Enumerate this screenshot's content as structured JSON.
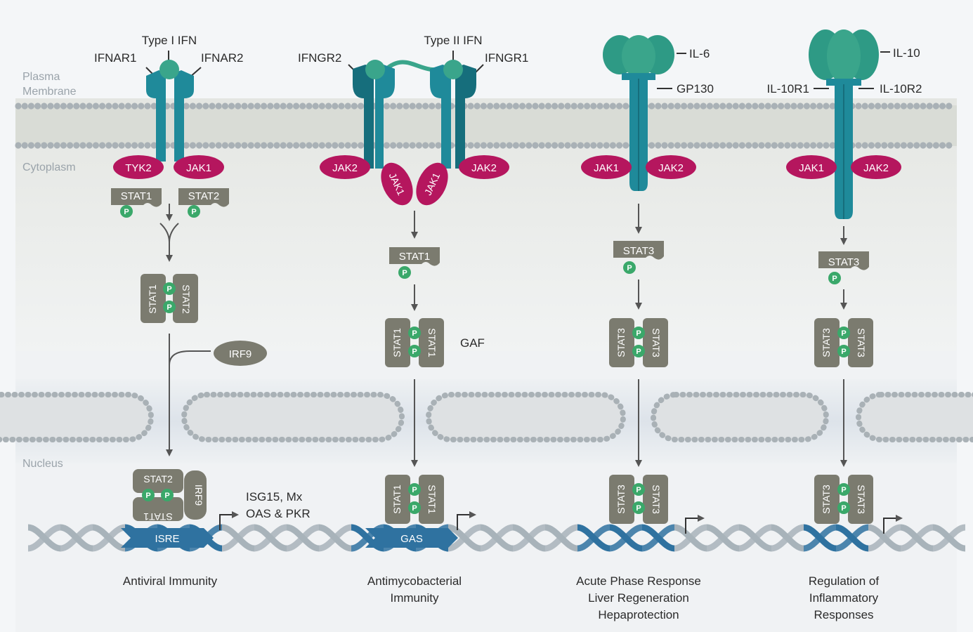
{
  "zones": {
    "plasma": [
      "Plasma",
      "Membrane"
    ],
    "cytoplasm": "Cytoplasm",
    "nucleus": "Nucleus"
  },
  "receptors": {
    "type1_ifn": "Type I IFN",
    "ifnar1": "IFNAR1",
    "ifnar2": "IFNAR2",
    "type2_ifn": "Type II IFN",
    "ifngr2": "IFNGR2",
    "ifngr1": "IFNGR1",
    "il6": "IL-6",
    "gp130": "GP130",
    "il10": "IL-10",
    "il10r1": "IL-10R1",
    "il10r2": "IL-10R2"
  },
  "kinases": {
    "tyk2": "TYK2",
    "jak1": "JAK1",
    "jak2": "JAK2"
  },
  "stats": {
    "stat1": "STAT1",
    "stat2": "STAT2",
    "stat3": "STAT3",
    "p": "P",
    "irf9": "IRF9"
  },
  "gaf": "GAF",
  "genes": [
    "ISG15, Mx",
    "OAS & PKR"
  ],
  "elements": {
    "isre": "ISRE",
    "gas": "GAS"
  },
  "outcomes": {
    "antiviral": [
      "Antiviral Immunity"
    ],
    "antimyco": [
      "Antimycobacterial",
      "Immunity"
    ],
    "acute": [
      "Acute Phase Response",
      "Liver Regeneration",
      "Hepaprotection"
    ],
    "regulation": [
      "Regulation of",
      "Inflammatory",
      "Responses"
    ]
  },
  "colors": {
    "receptor": "#1f8a9a",
    "receptor_dark": "#166e7c",
    "ligand": "#3aa58b",
    "kinase": "#b5165e",
    "stat": "#7b7b6f",
    "phospho": "#3aa86a",
    "lipid_head": "#a9b1b6",
    "dna_light": "#a8b3ba",
    "dna_dark": "#2f72a0"
  }
}
